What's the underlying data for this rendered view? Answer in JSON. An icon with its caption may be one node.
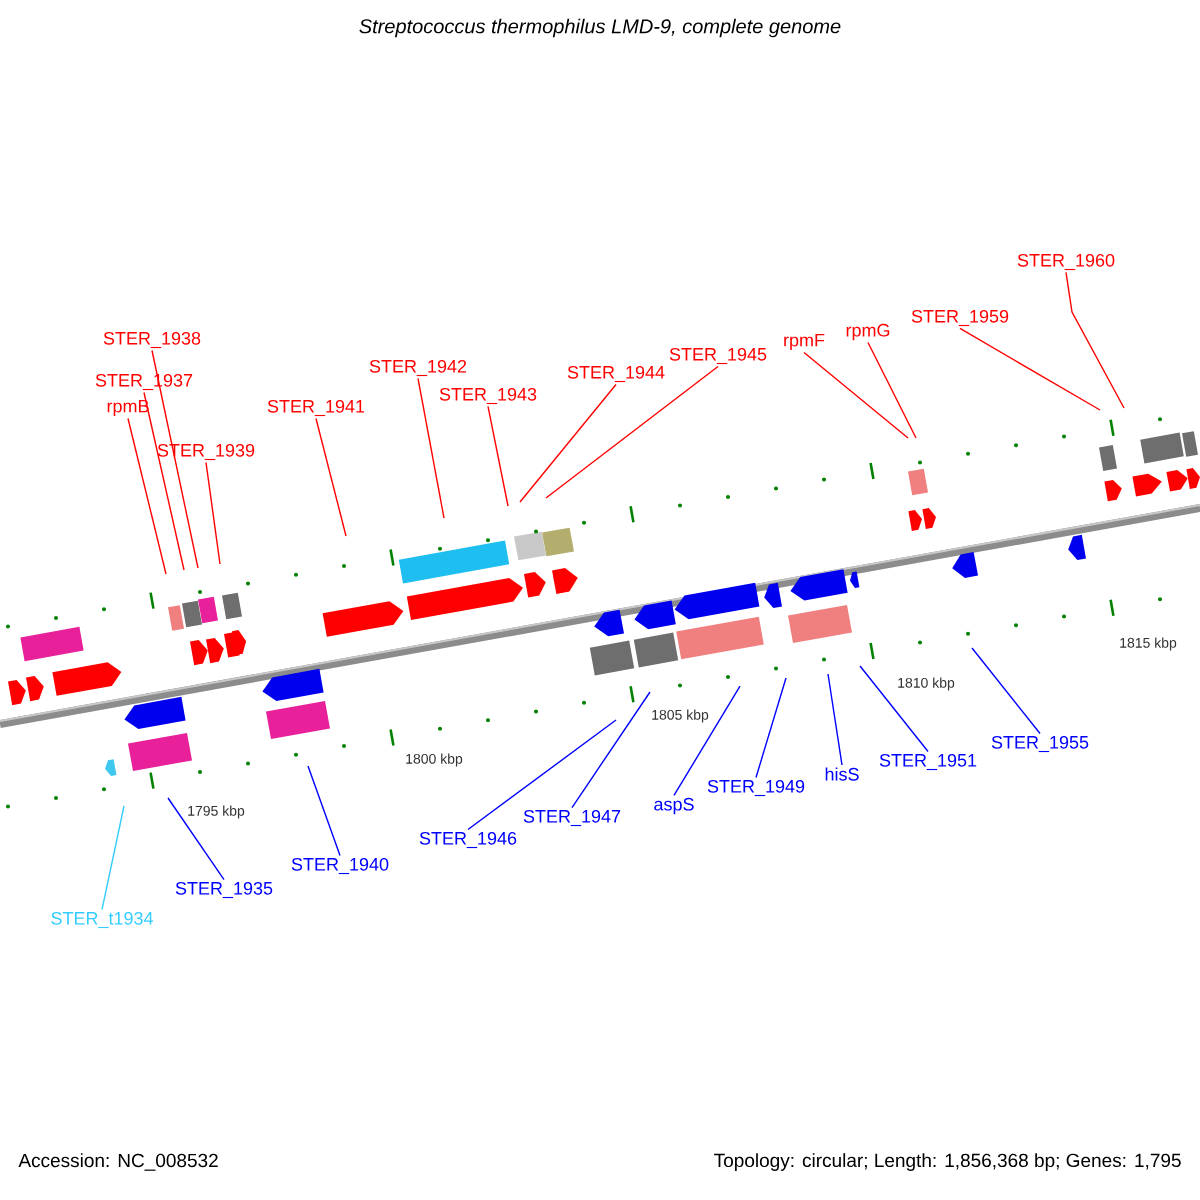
{
  "diagram": {
    "title": "Streptococcus thermophilus LMD-9, complete genome",
    "nodes": [
      {
        "text": [
          "STER_1938"
        ]
      },
      {
        "text": [
          "STER_1937"
        ]
      },
      {
        "text": [
          "rpmB"
        ]
      },
      {
        "text": [
          "STER_1939"
        ]
      },
      {
        "text": [
          "STER_1941"
        ]
      },
      {
        "text": [
          "STER_1942"
        ]
      },
      {
        "text": [
          "STER_1943"
        ]
      },
      {
        "text": [
          "STER_1944"
        ]
      },
      {
        "text": [
          "STER_1945"
        ]
      },
      {
        "text": [
          "rpmF"
        ]
      },
      {
        "text": [
          "rpmG"
        ]
      },
      {
        "text": [
          "STER_1959"
        ]
      },
      {
        "text": [
          "STER_1960"
        ]
      },
      {
        "text": [
          "STER_t1934"
        ]
      },
      {
        "text": [
          "STER_1935"
        ]
      },
      {
        "text": [
          "STER_1940"
        ]
      },
      {
        "text": [
          "STER_1946"
        ]
      },
      {
        "text": [
          "STER_1947"
        ]
      },
      {
        "text": [
          "aspS"
        ]
      },
      {
        "text": [
          "STER_1949"
        ]
      },
      {
        "text": [
          "hisS"
        ]
      },
      {
        "text": [
          "STER_1951"
        ]
      },
      {
        "text": [
          "STER_1955"
        ]
      }
    ],
    "edges": [
      {
        "from": 0,
        "to": null,
        "arrow": "none"
      },
      {
        "from": 1,
        "to": null,
        "arrow": "none"
      },
      {
        "from": 2,
        "to": null,
        "arrow": "none"
      },
      {
        "from": 3,
        "to": null,
        "arrow": "none"
      },
      {
        "from": 4,
        "to": null,
        "arrow": "none"
      },
      {
        "from": 5,
        "to": null,
        "arrow": "none"
      },
      {
        "from": 6,
        "to": null,
        "arrow": "none"
      },
      {
        "from": 7,
        "to": null,
        "arrow": "none"
      },
      {
        "from": 8,
        "to": null,
        "arrow": "none"
      },
      {
        "from": 9,
        "to": null,
        "arrow": "none"
      },
      {
        "from": 10,
        "to": null,
        "arrow": "none"
      },
      {
        "from": 11,
        "to": null,
        "arrow": "none"
      },
      {
        "from": 12,
        "to": null,
        "arrow": "none"
      },
      {
        "from": 13,
        "to": null,
        "arrow": "none",
        "color": "#33ccff"
      },
      {
        "from": 14,
        "to": null,
        "arrow": "none",
        "color": "#0000ff"
      },
      {
        "from": 15,
        "to": null,
        "arrow": "none",
        "color": "#0000ff"
      },
      {
        "from": 16,
        "to": null,
        "arrow": "none",
        "color": "#0000ff"
      },
      {
        "from": 17,
        "to": null,
        "arrow": "none",
        "color": "#0000ff"
      },
      {
        "from": 18,
        "to": null,
        "arrow": "none",
        "color": "#0000ff"
      },
      {
        "from": 19,
        "to": null,
        "arrow": "none",
        "color": "#0000ff"
      },
      {
        "from": 20,
        "to": null,
        "arrow": "none",
        "color": "#0000ff"
      },
      {
        "from": 21,
        "to": null,
        "arrow": "none",
        "color": "#0000ff"
      },
      {
        "from": 22,
        "to": null,
        "arrow": "none",
        "color": "#0000ff"
      }
    ],
    "labels": [
      "1795 kbp",
      "1800 kbp",
      "1805 kbp",
      "1810 kbp",
      "1815 kbp",
      "Accession: NC_008532",
      "Topology: circular; Length: 1,856,368 bp; Genes: 1,795"
    ]
  }
}
